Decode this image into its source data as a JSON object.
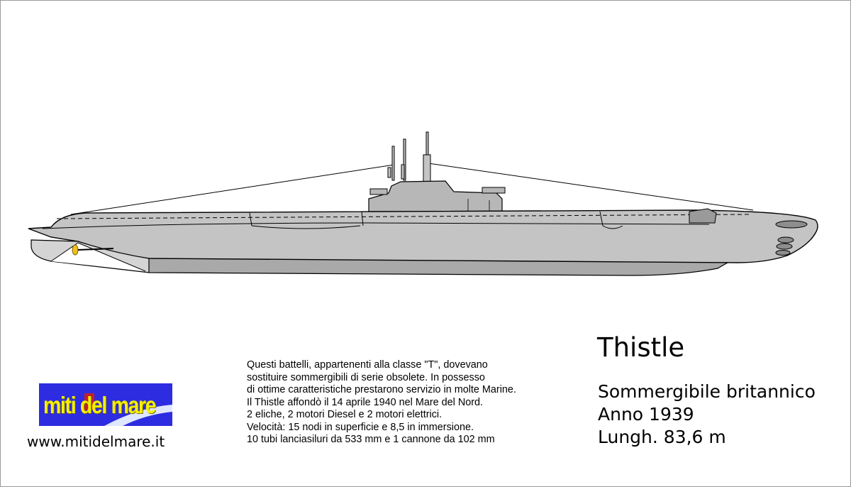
{
  "submarine": {
    "name": "Thistle",
    "facts": [
      "Sommergibile britannico",
      "Anno 1939",
      "Lungh. 83,6 m"
    ]
  },
  "description": [
    "Questi battelli, appartenenti alla classe \"T\", dovevano",
    "sostituire sommergibili di serie obsolete. In possesso",
    "di ottime caratteristiche prestarono servizio in molte Marine.",
    "Il Thistle affondò il 14 aprile 1940 nel Mare del Nord.",
    "2 eliche, 2 motori Diesel e 2 motori elettrici.",
    "Velocità: 15 nodi in superficie e 8,5 in immersione.",
    "10 tubi lanciasiluri da 533 mm e 1 cannone da 102 mm"
  ],
  "branding": {
    "logo_text": "miti del mare",
    "website": "www.mitidelmare.it"
  },
  "colors": {
    "hull": "#c4c4c4",
    "hull_shadow": "#a9a9a9",
    "outline": "#000000",
    "propeller": "#f0c020",
    "logo_bg": "#2e2ce0",
    "logo_text": "#f4f000"
  }
}
